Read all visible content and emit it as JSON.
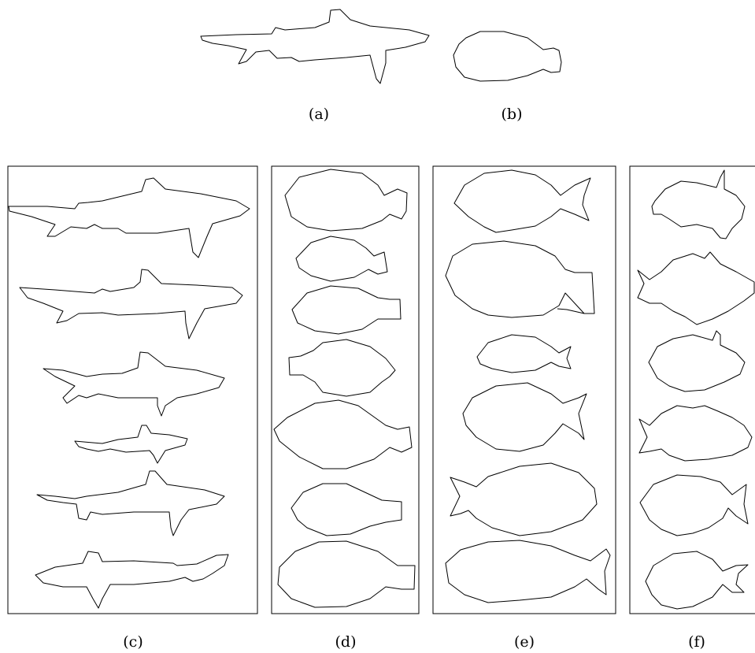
{
  "figure": {
    "captions": {
      "a": "(a)",
      "b": "(b)",
      "c": "(c)",
      "d": "(d)",
      "e": "(e)",
      "f": "(f)"
    }
  }
}
